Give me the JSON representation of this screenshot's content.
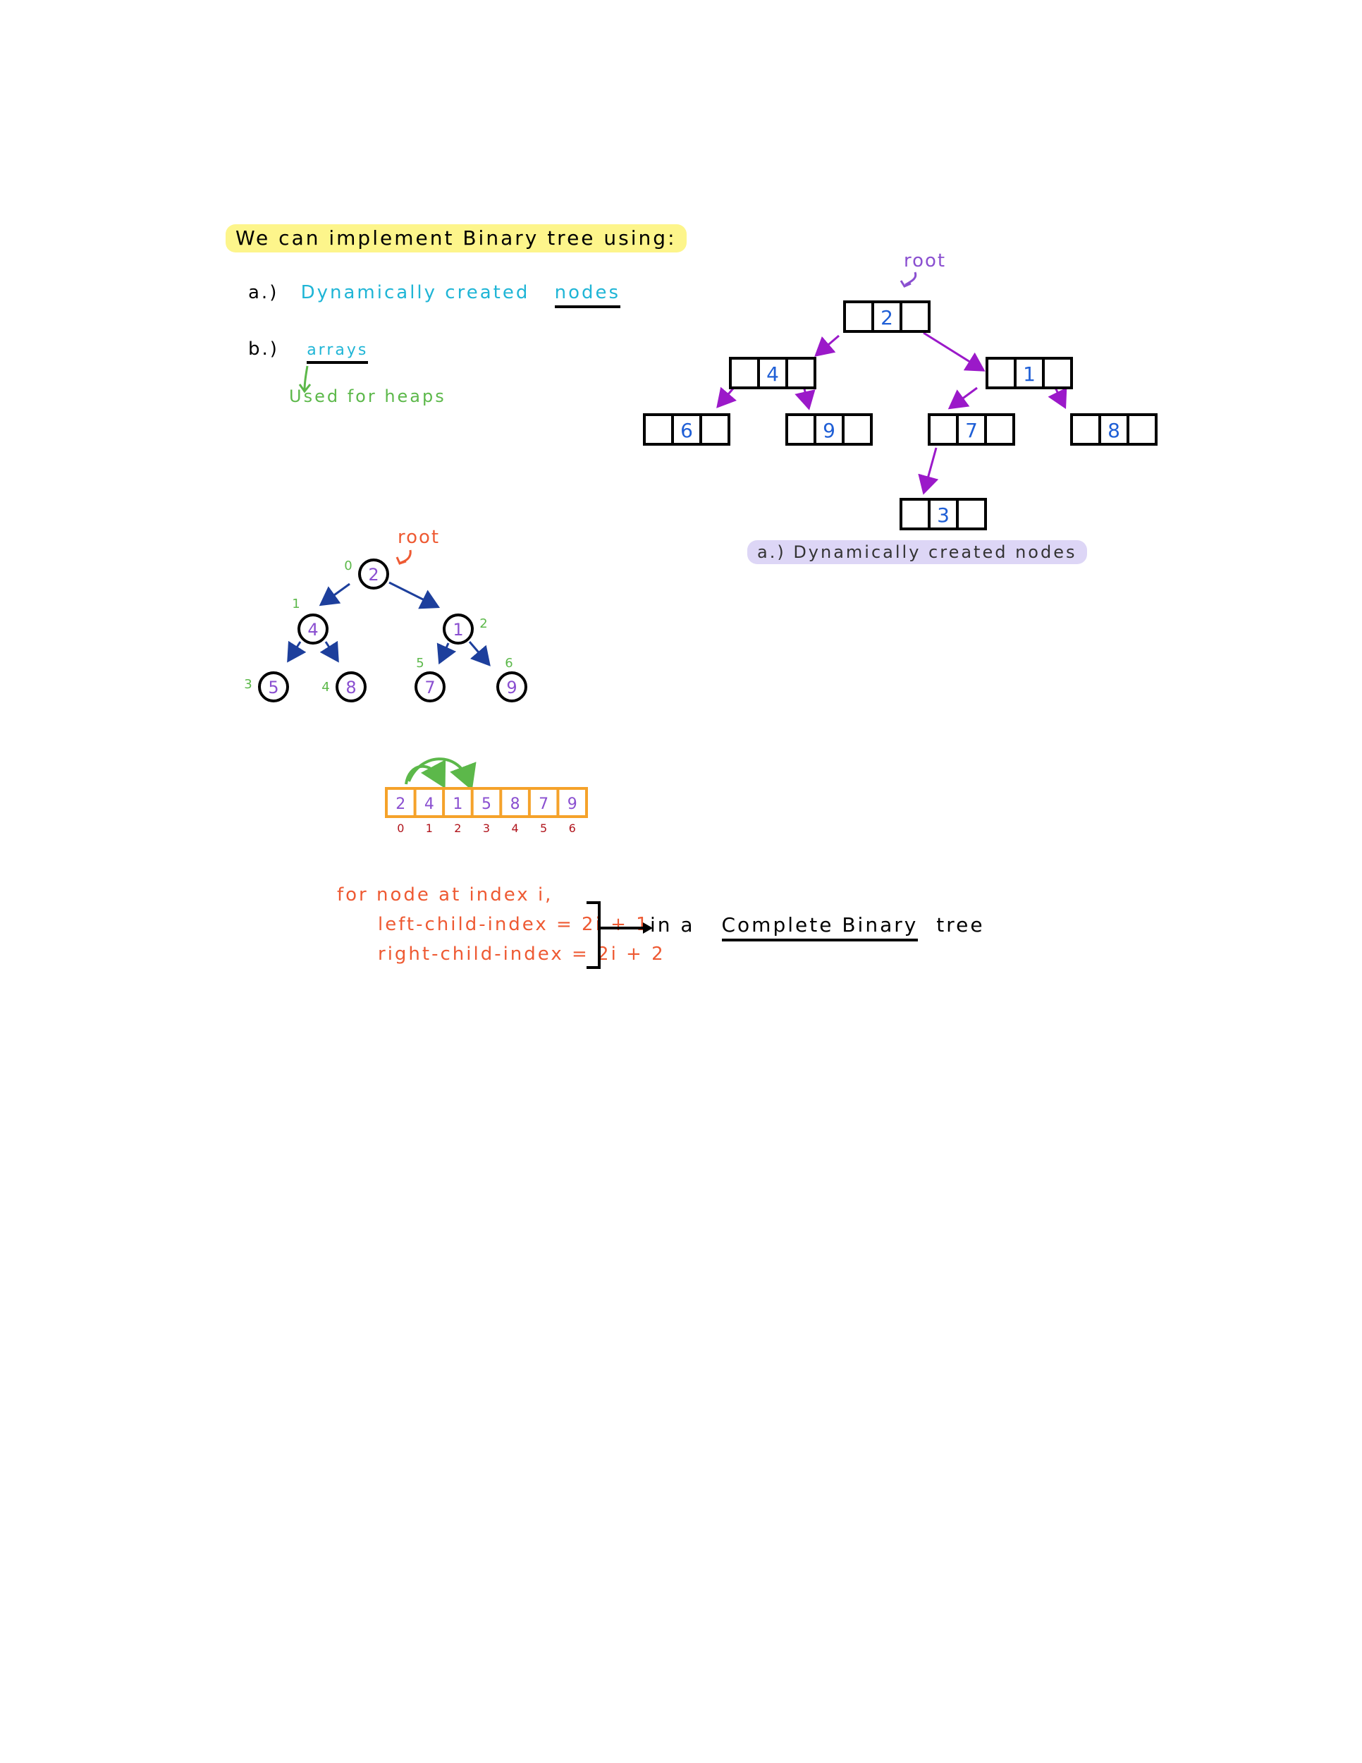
{
  "notes": {
    "heading": "We can implement Binary tree using:",
    "item_a_prefix": "a.)",
    "item_a_text": "Dynamically created",
    "item_a_underlined": "nodes",
    "item_b_prefix": "b.)",
    "item_b_text": "arrays",
    "item_b_note": "Used for heaps"
  },
  "linked_tree": {
    "root_label": "root",
    "caption": "a.) Dynamically created nodes",
    "nodes": [
      {
        "value": "2"
      },
      {
        "value": "4"
      },
      {
        "value": "1"
      },
      {
        "value": "6"
      },
      {
        "value": "9"
      },
      {
        "value": "7"
      },
      {
        "value": "8"
      },
      {
        "value": "3"
      }
    ]
  },
  "circle_tree": {
    "root_label": "root",
    "nodes": [
      {
        "value": "2",
        "index": "0"
      },
      {
        "value": "4",
        "index": "1"
      },
      {
        "value": "1",
        "index": "2"
      },
      {
        "value": "5",
        "index": "3"
      },
      {
        "value": "8",
        "index": "4"
      },
      {
        "value": "7",
        "index": "5"
      },
      {
        "value": "9",
        "index": "6"
      }
    ]
  },
  "array": {
    "cells": [
      "2",
      "4",
      "1",
      "5",
      "8",
      "7",
      "9"
    ],
    "indices": [
      "0",
      "1",
      "2",
      "3",
      "4",
      "5",
      "6"
    ]
  },
  "formula": {
    "line1": "for node at index i,",
    "line2": "left-child-index = 2i + 1",
    "line3": "right-child-index = 2i + 2",
    "conclusion_prefix": "in a",
    "conclusion_underlined": "Complete Binary",
    "conclusion_suffix": "tree"
  },
  "colors": {
    "black": "#000000",
    "cyan": "#1fb5d6",
    "green": "#5cb84a",
    "purple": "#9b19c9",
    "violet": "#8a4fd0",
    "blue": "#1f5fd6",
    "navy": "#1d3f9c",
    "orange_red": "#ee5a33",
    "orange": "#f5a22a",
    "dark_red": "#b0141c",
    "yellow": "#fdf58b",
    "lavender": "#ddd6f6"
  }
}
